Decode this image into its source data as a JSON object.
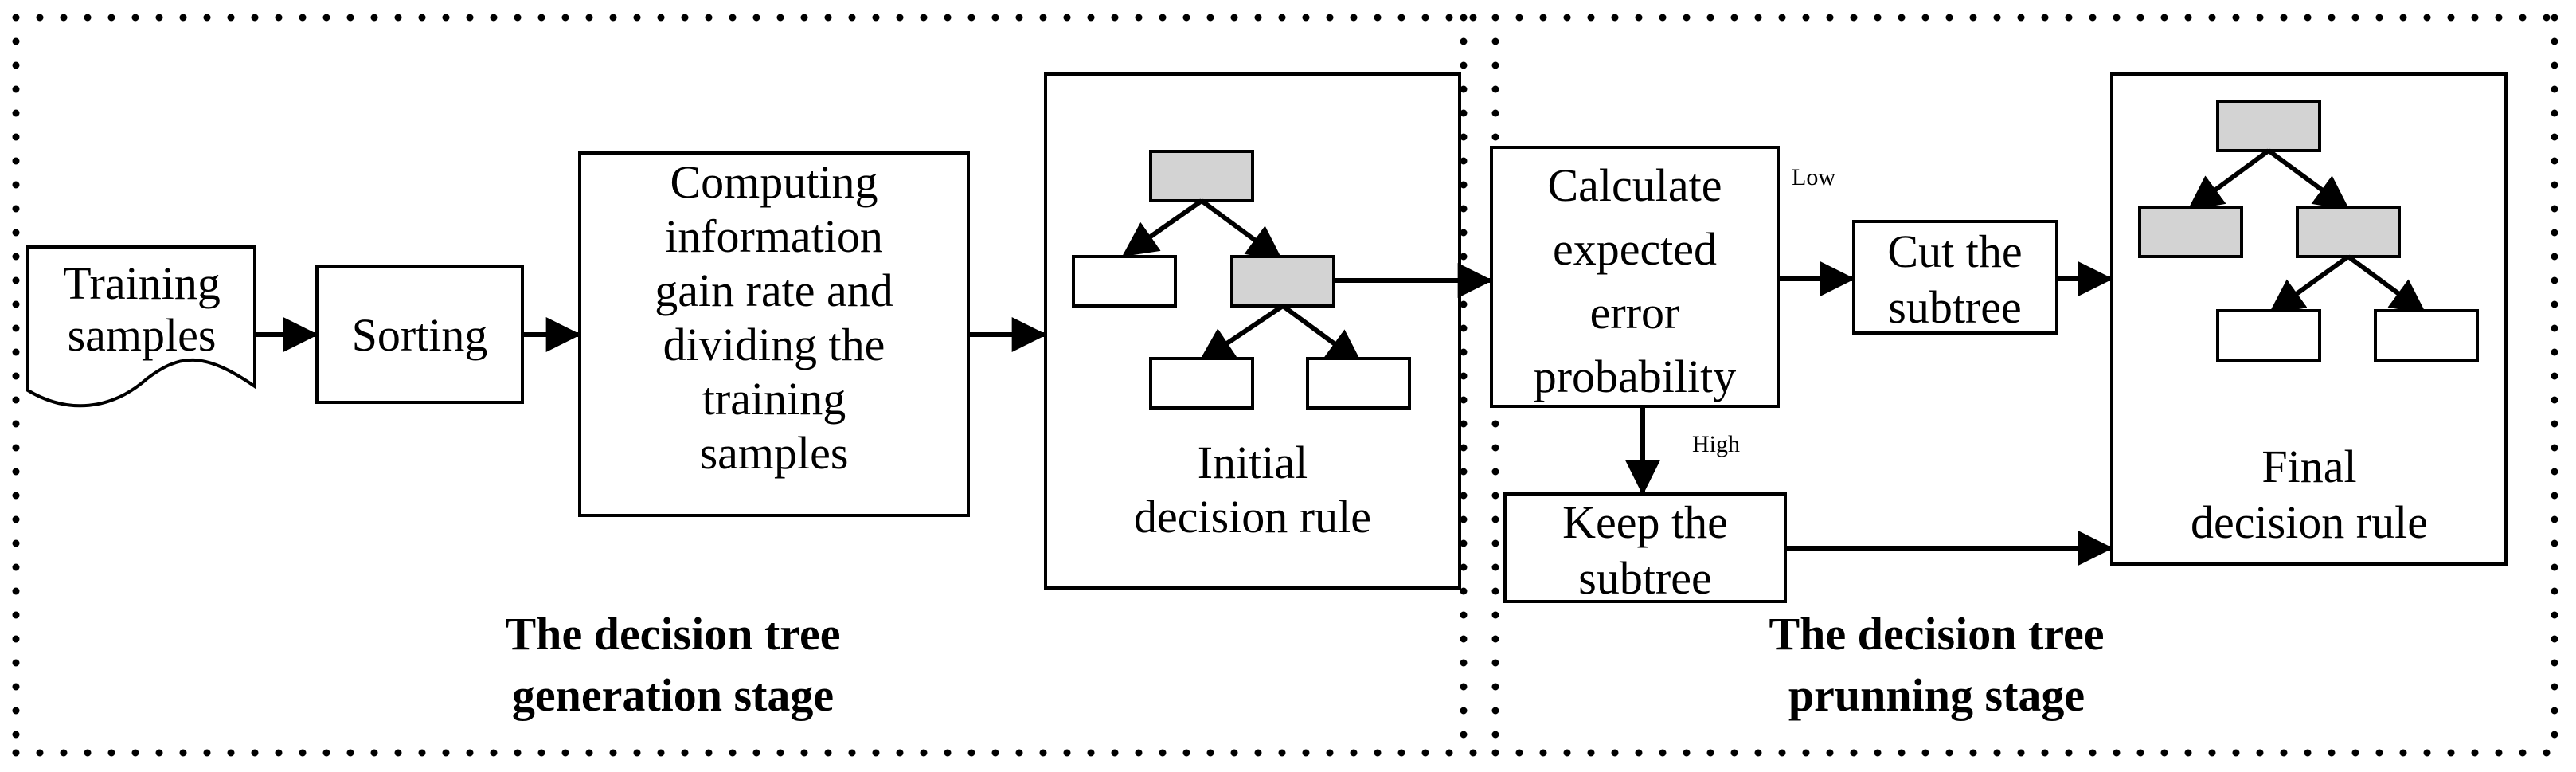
{
  "nodes": {
    "training_samples": [
      "Training",
      "samples"
    ],
    "sorting": [
      "Sorting"
    ],
    "computing": [
      "Computing",
      "information",
      "gain rate and",
      "dividing the",
      "training",
      "samples"
    ],
    "initial_rule": [
      "Initial",
      "decision rule"
    ],
    "calculate": [
      "Calculate",
      "expected",
      "error",
      "probability"
    ],
    "cut_subtree": [
      "Cut the",
      "subtree"
    ],
    "keep_subtree": [
      "Keep the",
      "subtree"
    ],
    "final_rule": [
      "Final",
      "decision rule"
    ]
  },
  "edge_labels": {
    "low": "Low",
    "high": "High"
  },
  "stages": {
    "generation": [
      "The decision tree",
      "generation stage"
    ],
    "pruning": [
      "The decision tree",
      "prunning stage"
    ]
  }
}
